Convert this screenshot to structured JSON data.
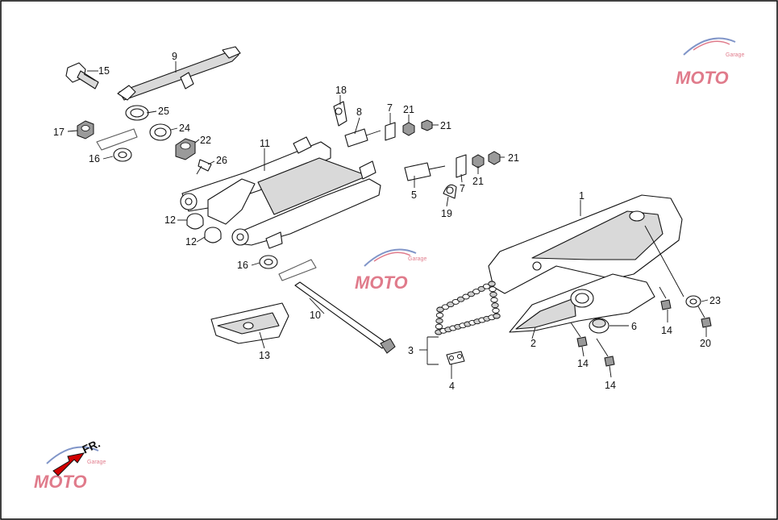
{
  "diagram": {
    "type": "exploded-parts-diagram",
    "callouts": {
      "c1": "1",
      "c2": "2",
      "c3": "3",
      "c4": "4",
      "c5": "5",
      "c6": "6",
      "c7a": "7",
      "c7b": "7",
      "c8": "8",
      "c9": "9",
      "c10": "10",
      "c11": "11",
      "c12a": "12",
      "c12b": "12",
      "c13": "13",
      "c14a": "14",
      "c14b": "14",
      "c14c": "14",
      "c15": "15",
      "c16a": "16",
      "c16b": "16",
      "c17": "17",
      "c18": "18",
      "c19": "19",
      "c20": "20",
      "c21a": "21",
      "c21b": "21",
      "c21c": "21",
      "c21d": "21",
      "c22": "22",
      "c23": "23",
      "c24": "24",
      "c25": "25",
      "c26": "26"
    },
    "direction_marker": "FR.",
    "watermark": {
      "text": "MOTO",
      "subtext": "Garage"
    }
  },
  "colors": {
    "line": "#111111",
    "shade": "#d9d9d9",
    "watermark_red": "#c8102e",
    "watermark_blue": "#1a3f9c",
    "arrow_red": "#d10000"
  }
}
